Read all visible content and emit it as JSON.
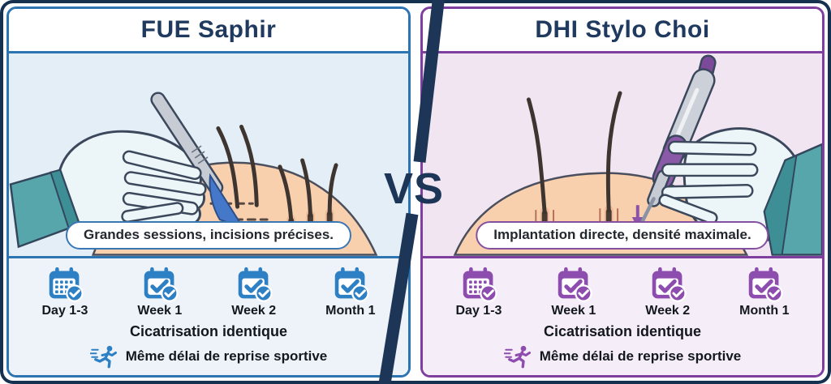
{
  "vs_label": "VS",
  "panels": {
    "left": {
      "title": "FUE Saphir",
      "caption": "Grandes sessions, incisions précises.",
      "accent_color": "#2d75b2",
      "icon_color": "#2e80c4",
      "timeline": [
        {
          "label": "Day 1-3",
          "icon": "calendar-grid-check-icon"
        },
        {
          "label": "Week 1",
          "icon": "calendar-check-icon"
        },
        {
          "label": "Week 2",
          "icon": "calendar-check-icon"
        },
        {
          "label": "Month 1",
          "icon": "calendar-check-icon"
        }
      ],
      "healing_note": "Cicatrisation identique",
      "sport_icon": "runner-icon",
      "sport_note": "Même délai de reprise sportive"
    },
    "right": {
      "title": "DHI Stylo Choi",
      "caption": "Implantation directe, densité maximale.",
      "accent_color": "#7e3f9e",
      "icon_color": "#8d4dae",
      "timeline": [
        {
          "label": "Day 1-3",
          "icon": "calendar-grid-check-icon"
        },
        {
          "label": "Week 1",
          "icon": "calendar-check-icon"
        },
        {
          "label": "Week 2",
          "icon": "calendar-check-icon"
        },
        {
          "label": "Month 1",
          "icon": "calendar-check-icon"
        }
      ],
      "healing_note": "Cicatrisation identique",
      "sport_icon": "runner-icon",
      "sport_note": "Même délai de reprise sportive"
    }
  }
}
